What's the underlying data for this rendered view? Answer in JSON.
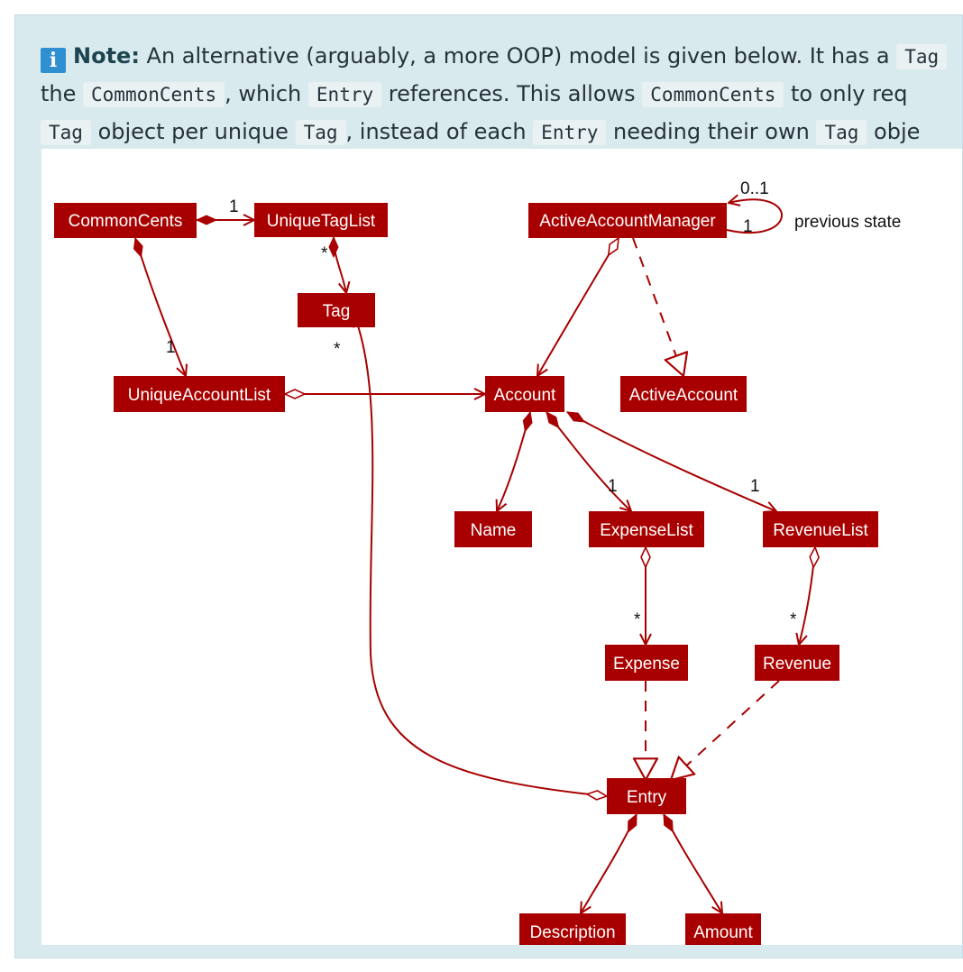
{
  "note": {
    "icon": "info-icon",
    "label": "Note:",
    "line1_text": " An alternative (arguably, a more OOP) model is given below. It has a ",
    "line1_code1": "Tag",
    "line2_pre": "the ",
    "line2_code1": "CommonCents",
    "line2_mid1": ", which ",
    "line2_code2": "Entry",
    "line2_mid2": " references. This allows ",
    "line2_code3": "CommonCents",
    "line2_mid3": " to only req",
    "line3_code1": "Tag",
    "line3_mid1": " object per unique ",
    "line3_code2": "Tag",
    "line3_mid2": ", instead of each ",
    "line3_code3": "Entry",
    "line3_mid3": " needing their own ",
    "line3_code4": "Tag",
    "line3_mid4": " obje"
  },
  "diagram": {
    "classes": {
      "common_cents": "CommonCents",
      "unique_tag_list": "UniqueTagList",
      "tag": "Tag",
      "active_account_manager": "ActiveAccountManager",
      "unique_account_list": "UniqueAccountList",
      "account": "Account",
      "active_account": "ActiveAccount",
      "name": "Name",
      "expense_list": "ExpenseList",
      "revenue_list": "RevenueList",
      "expense": "Expense",
      "revenue": "Revenue",
      "entry": "Entry",
      "description": "Description",
      "amount": "Amount"
    },
    "labels": {
      "cc_tag_list_mult": "1",
      "tag_list_tag_mult": "*",
      "cc_account_list_mult": "1",
      "tag_entry_mult": "*",
      "self_loop_top": "0..1",
      "self_loop_bottom": "1",
      "self_loop_text": "previous state",
      "account_expense_list_mult": "1",
      "account_revenue_list_mult": "1",
      "expense_list_mult": "*",
      "revenue_list_mult": "*"
    },
    "colors": {
      "class_fill": "#a80000",
      "edge": "#a80000",
      "callout_bg": "#d9eaef"
    }
  }
}
